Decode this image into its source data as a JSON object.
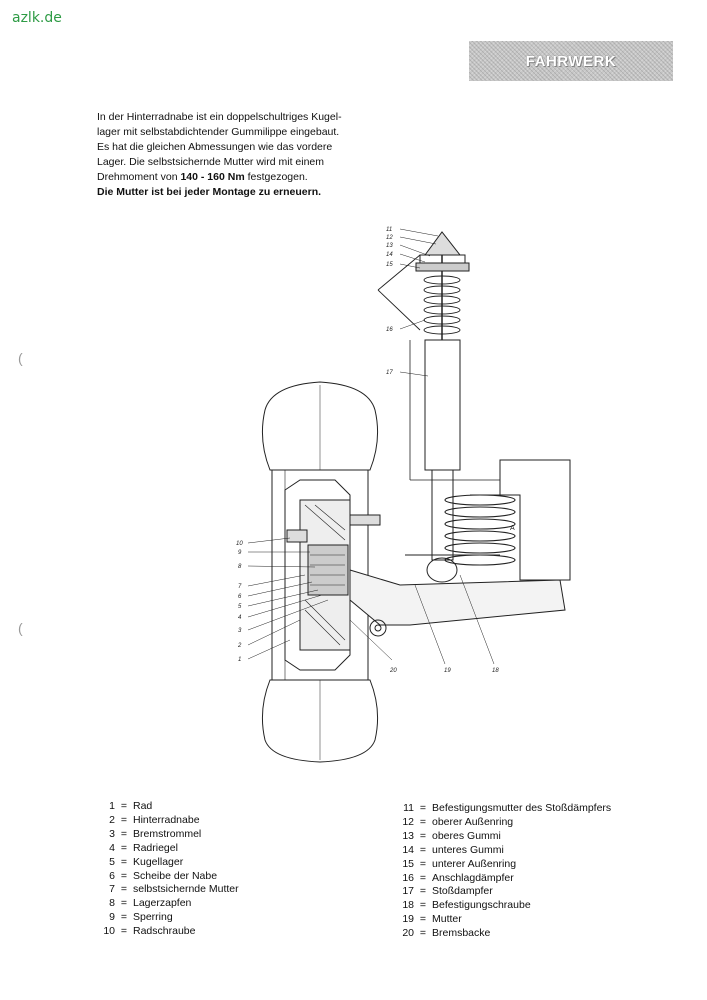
{
  "watermark": "azlk.de",
  "section_title": "FAHRWERK",
  "intro": {
    "line1": "In der Hinterradnabe ist ein doppelschultriges Kugel-",
    "line2": "lager mit selbstabdichtender Gummilippe eingebaut.",
    "line3": "Es hat die gleichen Abmessungen wie das vordere",
    "line4": "Lager. Die selbstsichernde Mutter wird mit einem",
    "line5_pre": "Drehmoment von ",
    "line5_bold": "140 - 160 Nm",
    "line5_post": " festgezogen.",
    "line6": "Die Mutter ist bei jeder Montage zu erneuern."
  },
  "figure_labels": {
    "l11": "11",
    "l12": "12",
    "l13": "13",
    "l14": "14",
    "l15": "15",
    "l16": "16",
    "l17": "17",
    "l10": "10",
    "l9": "9",
    "l8": "8",
    "l7": "7",
    "l6": "6",
    "l5": "5",
    "l4": "4",
    "l3": "3",
    "l2": "2",
    "l1": "1",
    "l20": "20",
    "l19": "19",
    "l18": "18",
    "lA": "A"
  },
  "legend_left": [
    {
      "num": "1",
      "text": "Rad"
    },
    {
      "num": "2",
      "text": "Hinterradnabe"
    },
    {
      "num": "3",
      "text": "Bremstrommel"
    },
    {
      "num": "4",
      "text": "Radriegel"
    },
    {
      "num": "5",
      "text": "Kugellager"
    },
    {
      "num": "6",
      "text": "Scheibe der Nabe"
    },
    {
      "num": "7",
      "text": "selbstsichernde Mutter"
    },
    {
      "num": "8",
      "text": "Lagerzapfen"
    },
    {
      "num": "9",
      "text": "Sperring"
    },
    {
      "num": "10",
      "text": "Radschraube"
    }
  ],
  "legend_right": [
    {
      "num": "11",
      "text": "Befestigungsmutter des Stoßdämpfers"
    },
    {
      "num": "12",
      "text": "oberer Außenring"
    },
    {
      "num": "13",
      "text": "oberes Gummi"
    },
    {
      "num": "14",
      "text": "unteres Gummi"
    },
    {
      "num": "15",
      "text": "unterer Außenring"
    },
    {
      "num": "16",
      "text": "Anschlagdämpfer"
    },
    {
      "num": "17",
      "text": "Stoßdampfer"
    },
    {
      "num": "18",
      "text": "Befestigungschraube"
    },
    {
      "num": "19",
      "text": "Mutter"
    },
    {
      "num": "20",
      "text": "Bremsbacke"
    }
  ],
  "legend_eq": "="
}
